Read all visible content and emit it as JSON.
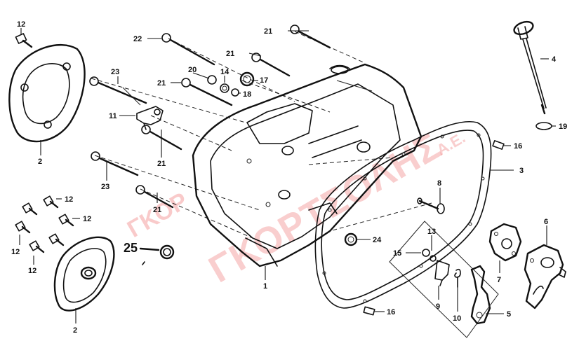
{
  "watermark": {
    "text_main": "ΓΚΟΡΤΣΟΛΗΣ",
    "text_suffix": "Α.Ε.",
    "text_lower": "ΓΚΟΡ"
  },
  "callouts": {
    "c1": "1",
    "c2a": "2",
    "c2b": "2",
    "c3": "3",
    "c4": "4",
    "c5": "5",
    "c6": "6",
    "c7": "7",
    "c8": "8",
    "c9": "9",
    "c10": "10",
    "c11": "11",
    "c12a": "12",
    "c12b": "12",
    "c12c": "12",
    "c12d": "12",
    "c12e": "12",
    "c13": "13",
    "c14": "14",
    "c15": "15",
    "c16a": "16",
    "c16b": "16",
    "c17": "17",
    "c18": "18",
    "c19": "19",
    "c20": "20",
    "c21a": "21",
    "c21b": "21",
    "c21c": "21",
    "c21d": "21",
    "c21e": "21",
    "c22": "22",
    "c23a": "23",
    "c23b": "23",
    "c24": "24",
    "c25": "25"
  }
}
